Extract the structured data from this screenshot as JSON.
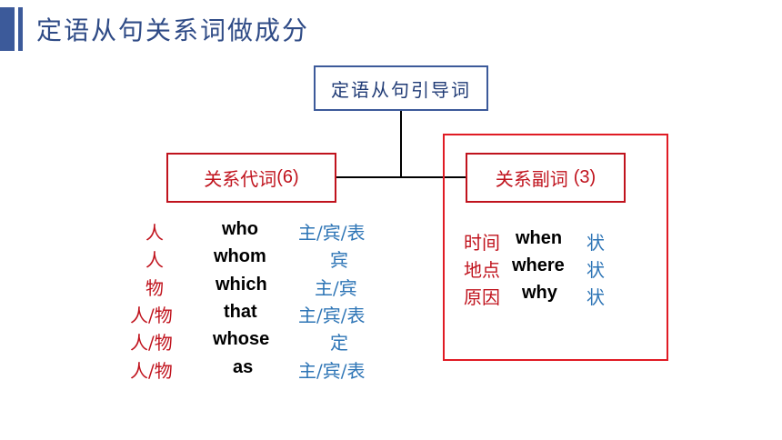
{
  "title": "定语从句关系词做成分",
  "root": {
    "label": "定语从句引导词"
  },
  "pronouns": {
    "label": "关系代词",
    "count": "(6)",
    "rows": [
      {
        "antecedent": "人",
        "word": "who",
        "role": "主/宾/表"
      },
      {
        "antecedent": "人",
        "word": "whom",
        "role": "宾"
      },
      {
        "antecedent": "物",
        "word": "which",
        "role": "主/宾"
      },
      {
        "antecedent": "人/物",
        "word": "that",
        "role": "主/宾/表"
      },
      {
        "antecedent": "人/物",
        "word": "whose",
        "role": "定"
      },
      {
        "antecedent": "人/物",
        "word": "as",
        "role": "主/宾/表"
      }
    ]
  },
  "adverbs": {
    "label": "关系副词",
    "count": "(3)",
    "rows": [
      {
        "antecedent": "时间",
        "word": "when",
        "role": "状"
      },
      {
        "antecedent": "地点",
        "word": "where",
        "role": "状"
      },
      {
        "antecedent": "原因",
        "word": "why",
        "role": "状"
      }
    ]
  },
  "colors": {
    "title": "#2f4b86",
    "red": "#c0131d",
    "blue": "#2e75b6",
    "frame": "#e01b24"
  }
}
